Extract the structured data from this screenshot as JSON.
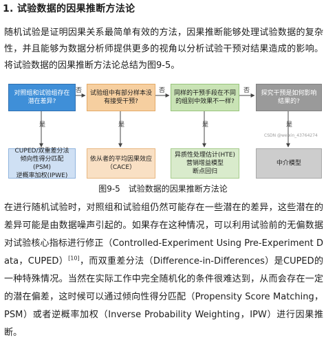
{
  "heading": "1. 试验数据的因果推断方法论",
  "intro_paragraph": "随机试验是证明因果关系最简单有效的方法，因果推断能够处理试验数据的复杂性，并且能够为数据分析师提供更多的视角以分析试验干预对结果造成的影响。将试验数据的因果推断方法论总结为图9-5。",
  "diagram": {
    "top_boxes": [
      {
        "text": "对照组和试验组存在潜在差异?"
      },
      {
        "text": "试验组中有部分样本没有接受干预?"
      },
      {
        "text": "同样的干预手段在不同的组别中效果不一样?"
      },
      {
        "text": "探究干预是如何影响结果的?"
      }
    ],
    "bottom_boxes": [
      {
        "text": "CUPED/双重差分法\n倾向性得分匹配(PSM)\n逆概率加权(IPWE)"
      },
      {
        "text": "依从者的平均因果效应\n（CACE）"
      },
      {
        "text": "异质性处理估计(HTE)\n营销增益模型\n断点回归"
      },
      {
        "text": "中介模型"
      }
    ],
    "no_label": "否",
    "yes_label": "是",
    "colors": {
      "blue": "#3f8fd8",
      "orange": "#f6cfa0",
      "green": "#c9e3b5",
      "gray": "#9a9a9a"
    }
  },
  "watermark": "CSDN @weixin_43764274",
  "caption": "图9-5　试验数据的因果推断方法论",
  "body_paragraph": {
    "text_before": "在进行随机试验时，对照组和试验组仍然可能存在一些潜在的差异，这些潜在的差异可能是由数据噪声引起的。如果存在这种情况，可以利用试验前的无偏数据对试验核心指标进行修正（Controlled-Experiment Using Pre-Experiment Data，CUPED）",
    "ref": "[10]",
    "text_after": "，而双重差分法（Difference-in-Differences）是CUPED的一种特殊情况。当然在实际工作中完全随机化的条件很难达到，从而会存在一定的潜在偏差，这时候可以通过倾向性得分匹配（Propensity Score Matching，PSM）或者逆概率加权（Inverse Probability Weighting，IPW）进行因果推断。"
  }
}
